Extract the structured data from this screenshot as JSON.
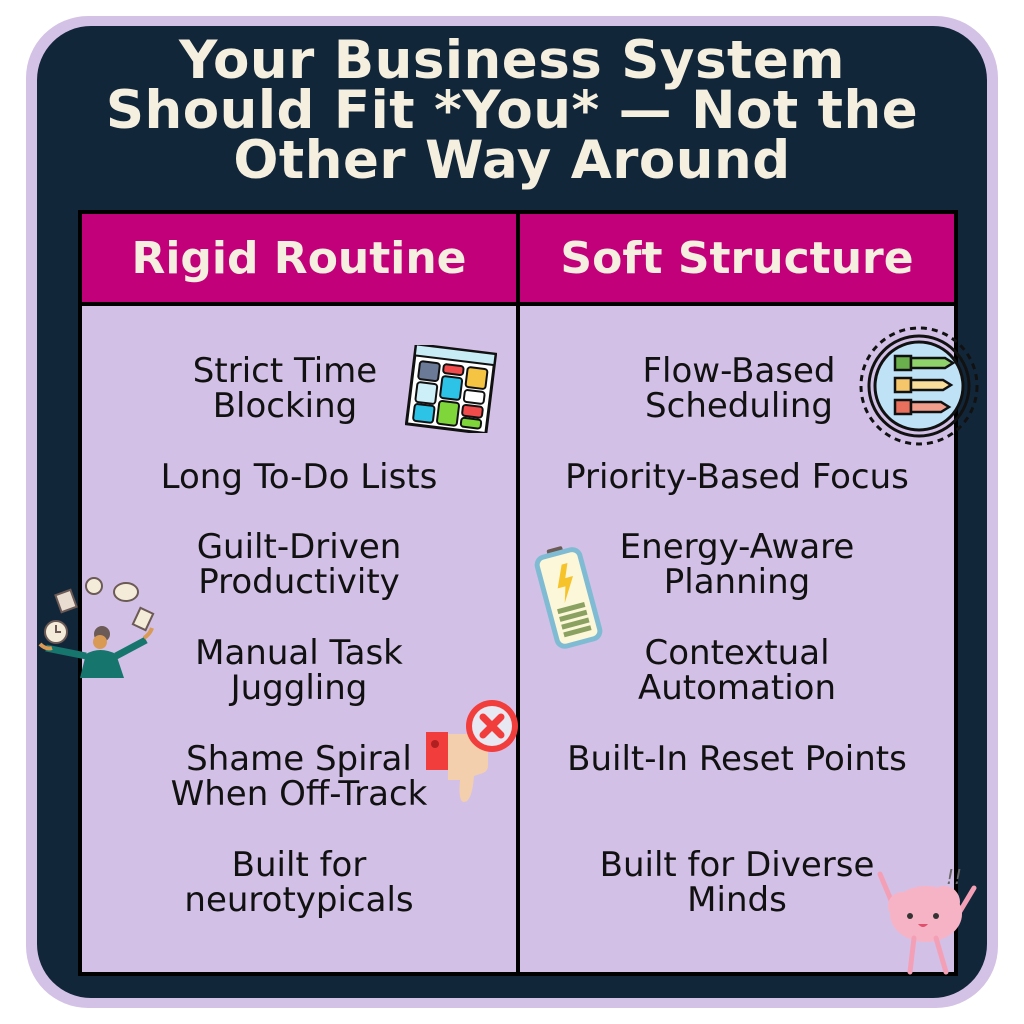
{
  "title": {
    "lines": [
      "Your Business System",
      "Should Fit *You* — Not the",
      "Other Way Around"
    ]
  },
  "colors": {
    "outer_border": "#d3c2e5",
    "background": "#12263a",
    "header": "#c2007a",
    "header_text": "#f5efe0",
    "cell": "#d3c0e6",
    "text": "#111111"
  },
  "columns": [
    {
      "header": "Rigid Routine",
      "items": [
        {
          "lines": [
            "Strict Time",
            "Blocking"
          ],
          "icon": "kanban-board-icon"
        },
        {
          "lines": [
            "Long To-Do Lists"
          ]
        },
        {
          "lines": [
            "Guilt-Driven",
            "Productivity"
          ]
        },
        {
          "lines": [
            "Manual Task",
            "Juggling"
          ],
          "icon": "juggling-person-icon"
        },
        {
          "lines": [
            "Shame Spiral",
            "When Off-Track"
          ],
          "icon": "thumbs-down-reject-icon"
        },
        {
          "lines": [
            "Built for",
            "neurotypicals"
          ]
        }
      ]
    },
    {
      "header": "Soft Structure",
      "items": [
        {
          "lines": [
            "Flow-Based",
            "Scheduling"
          ],
          "icon": "priority-list-icon"
        },
        {
          "lines": [
            "Priority-Based Focus"
          ]
        },
        {
          "lines": [
            "Energy-Aware",
            "Planning"
          ],
          "icon": "battery-charging-icon"
        },
        {
          "lines": [
            "Contextual",
            "Automation"
          ]
        },
        {
          "lines": [
            "Built-In Reset Points"
          ]
        },
        {
          "lines": [
            "Built for Diverse",
            "Minds"
          ],
          "icon": "happy-brain-icon"
        }
      ]
    }
  ]
}
